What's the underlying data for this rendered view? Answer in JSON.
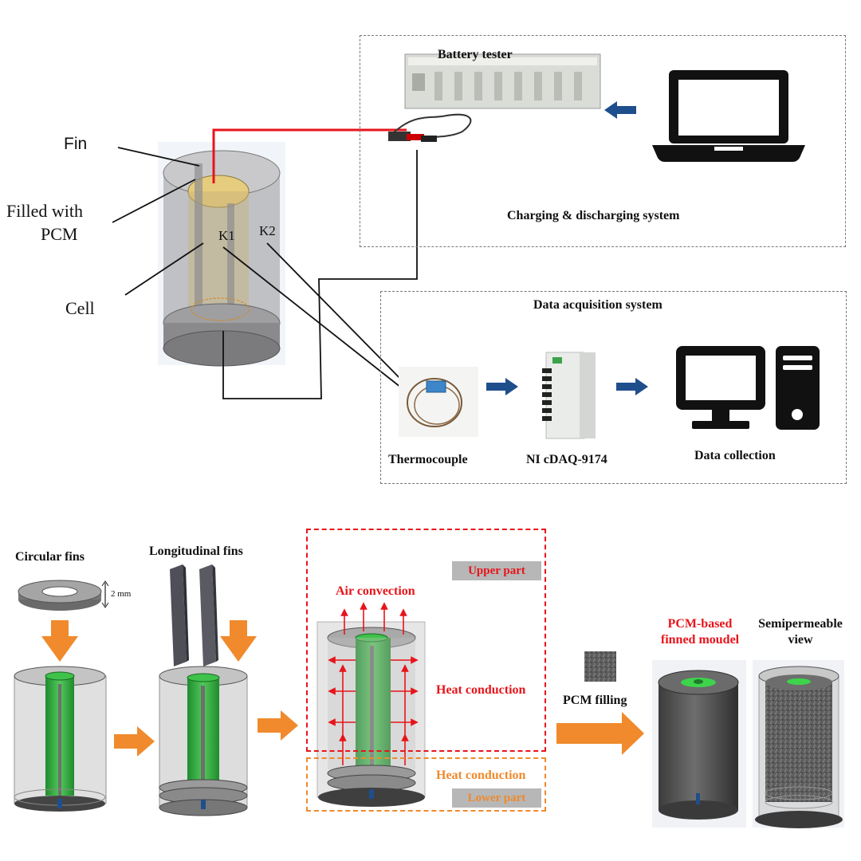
{
  "top": {
    "fin_label": "Fin",
    "filled_label_line1": "Filled with",
    "filled_label_line2": "PCM",
    "cell_label": "Cell",
    "k1_label": "K1",
    "k2_label": "K2",
    "battery_tester_label": "Battery tester",
    "charging_system_label": "Charging & discharging system",
    "daq_system_label": "Data acquisition system",
    "thermocouple_label": "Thermocouple",
    "daq_device_label": "NI cDAQ-9174",
    "data_collection_label": "Data collection"
  },
  "bottom": {
    "circular_fins_label": "Circular fins",
    "thickness_label": "2 mm",
    "longitudinal_fins_label": "Longitudinal fins",
    "upper_part_label": "Upper part",
    "air_convection_label": "Air convection",
    "heat_conduction_upper_label": "Heat conduction",
    "heat_conduction_lower_label": "Heat conduction",
    "lower_part_label": "Lower part",
    "pcm_filling_label": "PCM filling",
    "pcm_model_line1": "PCM-based",
    "pcm_model_line2": "finned moudel",
    "semi_view_line1": "Semipermeable",
    "semi_view_line2": "view"
  },
  "colors": {
    "red_accent": "#e8141b",
    "orange_accent": "#f08a2c",
    "navy_arrow": "#1f4e8c",
    "cell_green": "#3cb043",
    "label_box_gray": "#b7b7b7"
  }
}
